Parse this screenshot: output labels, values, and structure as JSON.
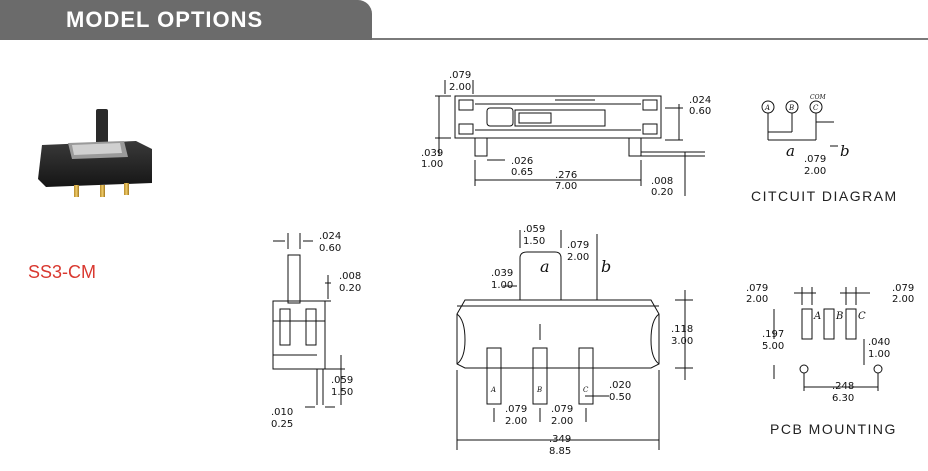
{
  "header": {
    "title": "MODEL OPTIONS"
  },
  "model": {
    "name": "SS3-CM"
  },
  "top_view": {
    "dims": [
      {
        "in": ".079",
        "mm": "2.00"
      },
      {
        "in": ".024",
        "mm": "0.60"
      },
      {
        "in": ".039",
        "mm": "1.00"
      },
      {
        "in": ".026",
        "mm": "0.65"
      },
      {
        "in": ".276",
        "mm": "7.00"
      },
      {
        "in": ".008",
        "mm": "0.20"
      }
    ]
  },
  "circuit": {
    "caption": "CITCUIT DIAGRAM",
    "pins": [
      "A",
      "B",
      "C"
    ],
    "com_label": "COM",
    "label_a": "a",
    "label_b": "b",
    "dim": {
      "in": ".079",
      "mm": "2.00"
    }
  },
  "side_view": {
    "dims": [
      {
        "in": ".024",
        "mm": "0.60"
      },
      {
        "in": ".008",
        "mm": "0.20"
      },
      {
        "in": ".059",
        "mm": "1.50"
      },
      {
        "in": ".010",
        "mm": "0.25"
      }
    ]
  },
  "front_view": {
    "label_a": "a",
    "label_b": "b",
    "pins": [
      "A",
      "B",
      "C"
    ],
    "dims": [
      {
        "in": ".059",
        "mm": "1.50"
      },
      {
        "in": ".079",
        "mm": "2.00"
      },
      {
        "in": ".039",
        "mm": "1.00"
      },
      {
        "in": ".118",
        "mm": "3.00"
      },
      {
        "in": ".020",
        "mm": "0.50"
      },
      {
        "in": ".079",
        "mm": "2.00"
      },
      {
        "in": ".079",
        "mm": "2.00"
      },
      {
        "in": ".349",
        "mm": "8.85"
      }
    ]
  },
  "pcb": {
    "caption": "PCB MOUNTING",
    "pins": [
      "A",
      "B",
      "C"
    ],
    "dims": [
      {
        "in": ".079",
        "mm": "2.00"
      },
      {
        "in": ".079",
        "mm": "2.00"
      },
      {
        "in": ".197",
        "mm": "5.00"
      },
      {
        "in": ".040",
        "mm": "1.00"
      },
      {
        "in": ".248",
        "mm": "6.30"
      }
    ]
  }
}
